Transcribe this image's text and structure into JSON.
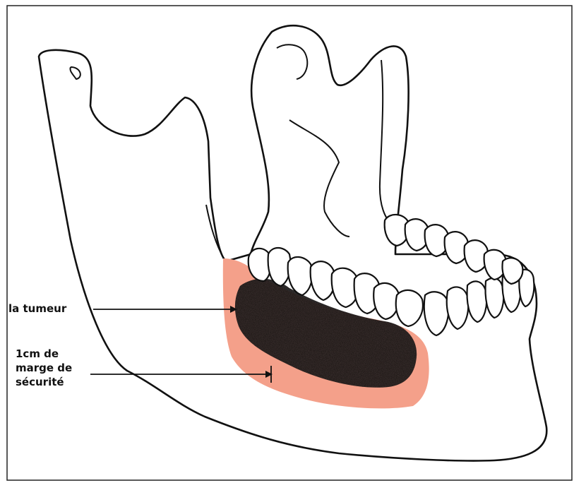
{
  "labels": {
    "tumor": "la tumeur",
    "margin_line1": "1cm de",
    "margin_line2": "marge de",
    "margin_line3": "sécurité"
  },
  "colors": {
    "margin_fill": "#f4a08a",
    "tumor_fill": "#111111",
    "outline": "#111111"
  }
}
